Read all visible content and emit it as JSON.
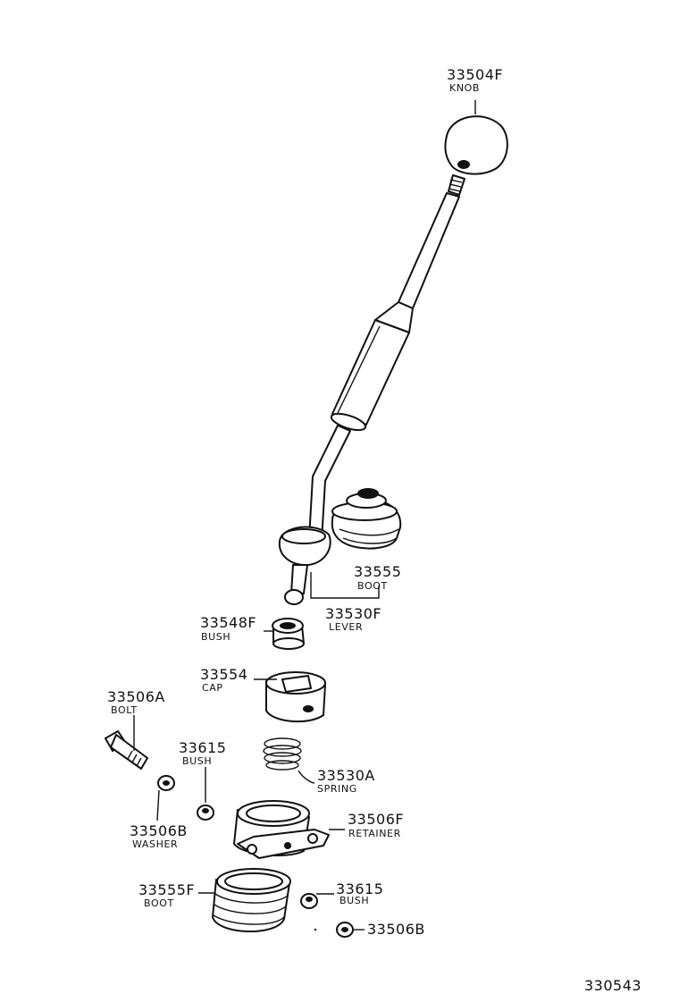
{
  "diagram_id": "330543",
  "parts": {
    "knob": {
      "number": "33504F",
      "name": "KNOB"
    },
    "boot_top": {
      "number": "33555",
      "name": "BOOT"
    },
    "lever": {
      "number": "33530F",
      "name": "LEVER"
    },
    "bush_top": {
      "number": "33548F",
      "name": "BUSH"
    },
    "cap": {
      "number": "33554",
      "name": "CAP"
    },
    "bolt": {
      "number": "33506A",
      "name": "BOLT"
    },
    "bush_mid": {
      "number": "33615",
      "name": "BUSH"
    },
    "spring": {
      "number": "33530A",
      "name": "SPRING"
    },
    "washer": {
      "number": "33506B",
      "name": "WASHER"
    },
    "retainer": {
      "number": "33506F",
      "name": "RETAINER"
    },
    "boot_low": {
      "number": "33555F",
      "name": "BOOT"
    },
    "bush_low": {
      "number": "33615",
      "name": "BUSH"
    },
    "washer_low": {
      "number": "33506B"
    }
  }
}
